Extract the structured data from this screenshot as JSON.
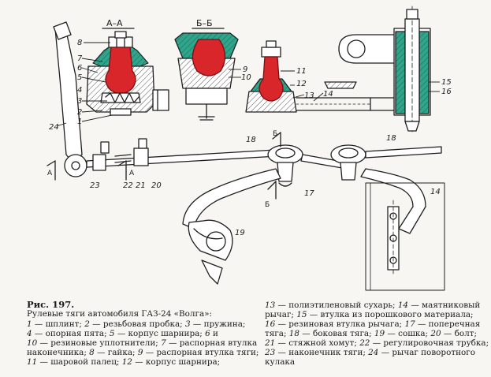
{
  "figure": {
    "number": "Рис. 197.",
    "title": "Рулевые тяги автомобиля ГАЗ-24 «Волга»:"
  },
  "section_labels": {
    "a": "А–А",
    "b": "Б–Б",
    "arrow_a": "А",
    "arrow_b": "Б"
  },
  "callouts": {
    "n1": "1",
    "n2": "2",
    "n3": "3",
    "n4": "4",
    "n5": "5",
    "n6": "6",
    "n7": "7",
    "n8": "8",
    "n9": "9",
    "n10": "10",
    "n11": "11",
    "n12": "12",
    "n13": "13",
    "n14": "14",
    "n15": "15",
    "n16": "16",
    "n17": "17",
    "n18": "18",
    "n19": "19",
    "n20": "20",
    "n21": "21",
    "n22": "22",
    "n23": "23",
    "n24": "24"
  },
  "legend_left": [
    [
      {
        "n": "1",
        "t": " — шплинт; "
      },
      {
        "n": "2",
        "t": " — резьбовая пробка; "
      },
      {
        "n": "3",
        "t": " — пружина;"
      }
    ],
    [
      {
        "n": "4",
        "t": " — опорная пята; "
      },
      {
        "n": "5",
        "t": " — корпус шарнира; "
      },
      {
        "n": "6",
        "t": " и"
      }
    ],
    [
      {
        "n": "10",
        "t": " — резиновые уплотнители; "
      },
      {
        "n": "7",
        "t": " — распорная втулка"
      }
    ],
    [
      {
        "n": "",
        "t": "наконечника; "
      },
      {
        "n": "8",
        "t": " — гайка; "
      },
      {
        "n": "9",
        "t": " — распорная втулка тяги;"
      }
    ],
    [
      {
        "n": "11",
        "t": " — шаровой палец; "
      },
      {
        "n": "12",
        "t": " — корпус шарнира;"
      }
    ]
  ],
  "legend_right": [
    [
      {
        "n": "13",
        "t": " — полиэтиленовый сухарь; "
      },
      {
        "n": "14",
        "t": " — маятниковый"
      }
    ],
    [
      {
        "n": "",
        "t": "рычаг; "
      },
      {
        "n": "15",
        "t": " — втулка из порошкового материала;"
      }
    ],
    [
      {
        "n": "16",
        "t": " — резиновая втулка рычага; "
      },
      {
        "n": "17",
        "t": " — поперечная"
      }
    ],
    [
      {
        "n": "",
        "t": "тяга; "
      },
      {
        "n": "18",
        "t": " — боковая тяга; "
      },
      {
        "n": "19",
        "t": " — сошка; "
      },
      {
        "n": "20",
        "t": " — болт;"
      }
    ],
    [
      {
        "n": "21",
        "t": " — стяжной хомут; "
      },
      {
        "n": "22",
        "t": " — регулировочная трубка;"
      }
    ],
    [
      {
        "n": "23",
        "t": " — наконечник тяги; "
      },
      {
        "n": "24",
        "t": " — рычаг поворотного"
      }
    ],
    [
      {
        "n": "",
        "t": "кулака"
      }
    ]
  ],
  "colors": {
    "red": "#d8262a",
    "teal": "#2fa58b",
    "line": "#1f1f1f",
    "hatch": "#555555",
    "paper": "#f7f6f2"
  }
}
